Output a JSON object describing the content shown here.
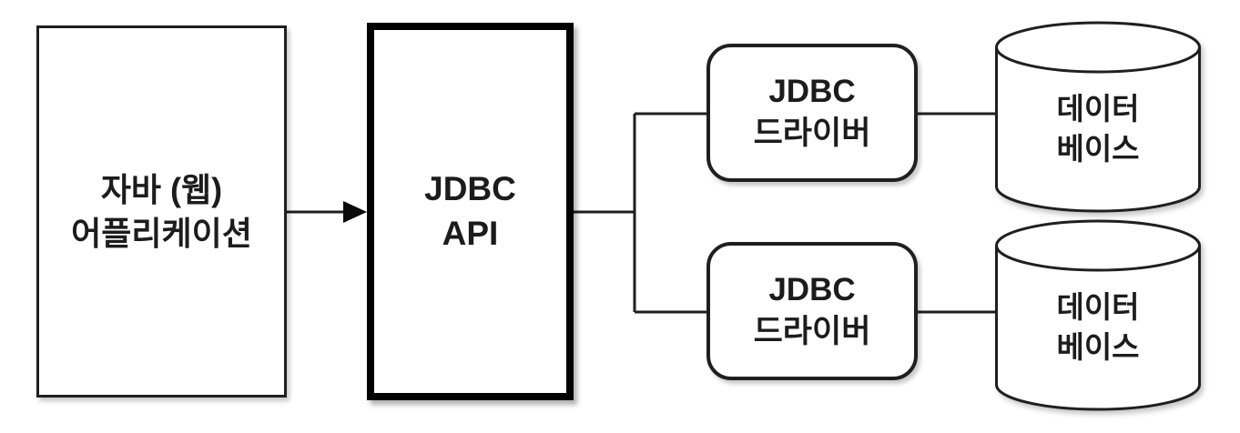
{
  "diagram": {
    "description": "JDBC architecture diagram",
    "background_color": "#ffffff",
    "line_color": "#1f1f1f",
    "text_color": "#1c1c1c",
    "nodes": {
      "application": {
        "label": "자바 (웹)\n어플리케이션",
        "shape": "rectangle"
      },
      "jdbc_api": {
        "label": "JDBC\nAPI",
        "shape": "rectangle-thick-border"
      },
      "jdbc_driver_top": {
        "label": "JDBC\n드라이버",
        "shape": "rounded-rectangle"
      },
      "jdbc_driver_bottom": {
        "label": "JDBC\n드라이버",
        "shape": "rounded-rectangle"
      },
      "database_top": {
        "label": "데이터\n베이스",
        "shape": "cylinder"
      },
      "database_bottom": {
        "label": "데이터\n베이스",
        "shape": "cylinder"
      }
    },
    "edges": [
      {
        "from": "application",
        "to": "jdbc_api",
        "style": "arrow"
      },
      {
        "from": "jdbc_api",
        "to": "jdbc_driver_top",
        "style": "line"
      },
      {
        "from": "jdbc_api",
        "to": "jdbc_driver_bottom",
        "style": "line"
      },
      {
        "from": "jdbc_driver_top",
        "to": "database_top",
        "style": "line"
      },
      {
        "from": "jdbc_driver_bottom",
        "to": "database_bottom",
        "style": "line"
      }
    ]
  }
}
